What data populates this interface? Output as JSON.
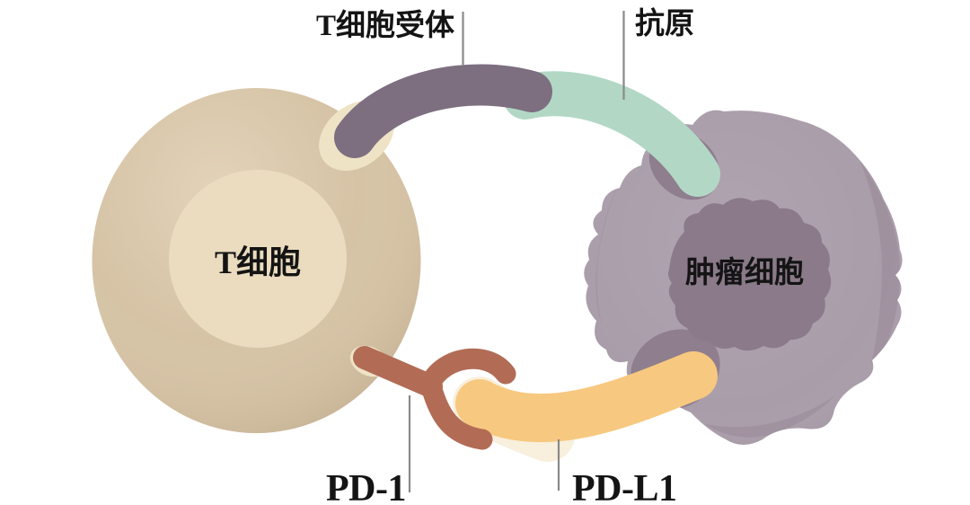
{
  "labels": {
    "tcr": "T细胞受体",
    "antigen": "抗原",
    "t_cell": "T细胞",
    "tumor_cell": "肿瘤细胞",
    "pd1": "PD-1",
    "pdl1": "PD-L1"
  },
  "colors": {
    "background": "#ffffff",
    "t_cell_body": "#d6c3a6",
    "t_cell_inner": "#ebdcbf",
    "socket_cream": "#efe3c6",
    "tcr_receptor": "#7d6e80",
    "antigen": "#b2d8c5",
    "pd1_receptor": "#b26c55",
    "pdl1_ligand": "#f7c87f",
    "pdl1_tip_halo": "#f8efdc",
    "tumor_body": "#aa9daa",
    "tumor_shadow": "#948393",
    "tumor_socket": "#8f7e8e",
    "tumor_nucleus": "#8b7a89",
    "label_line": "#8a8a8a",
    "label_text": "#141414"
  }
}
